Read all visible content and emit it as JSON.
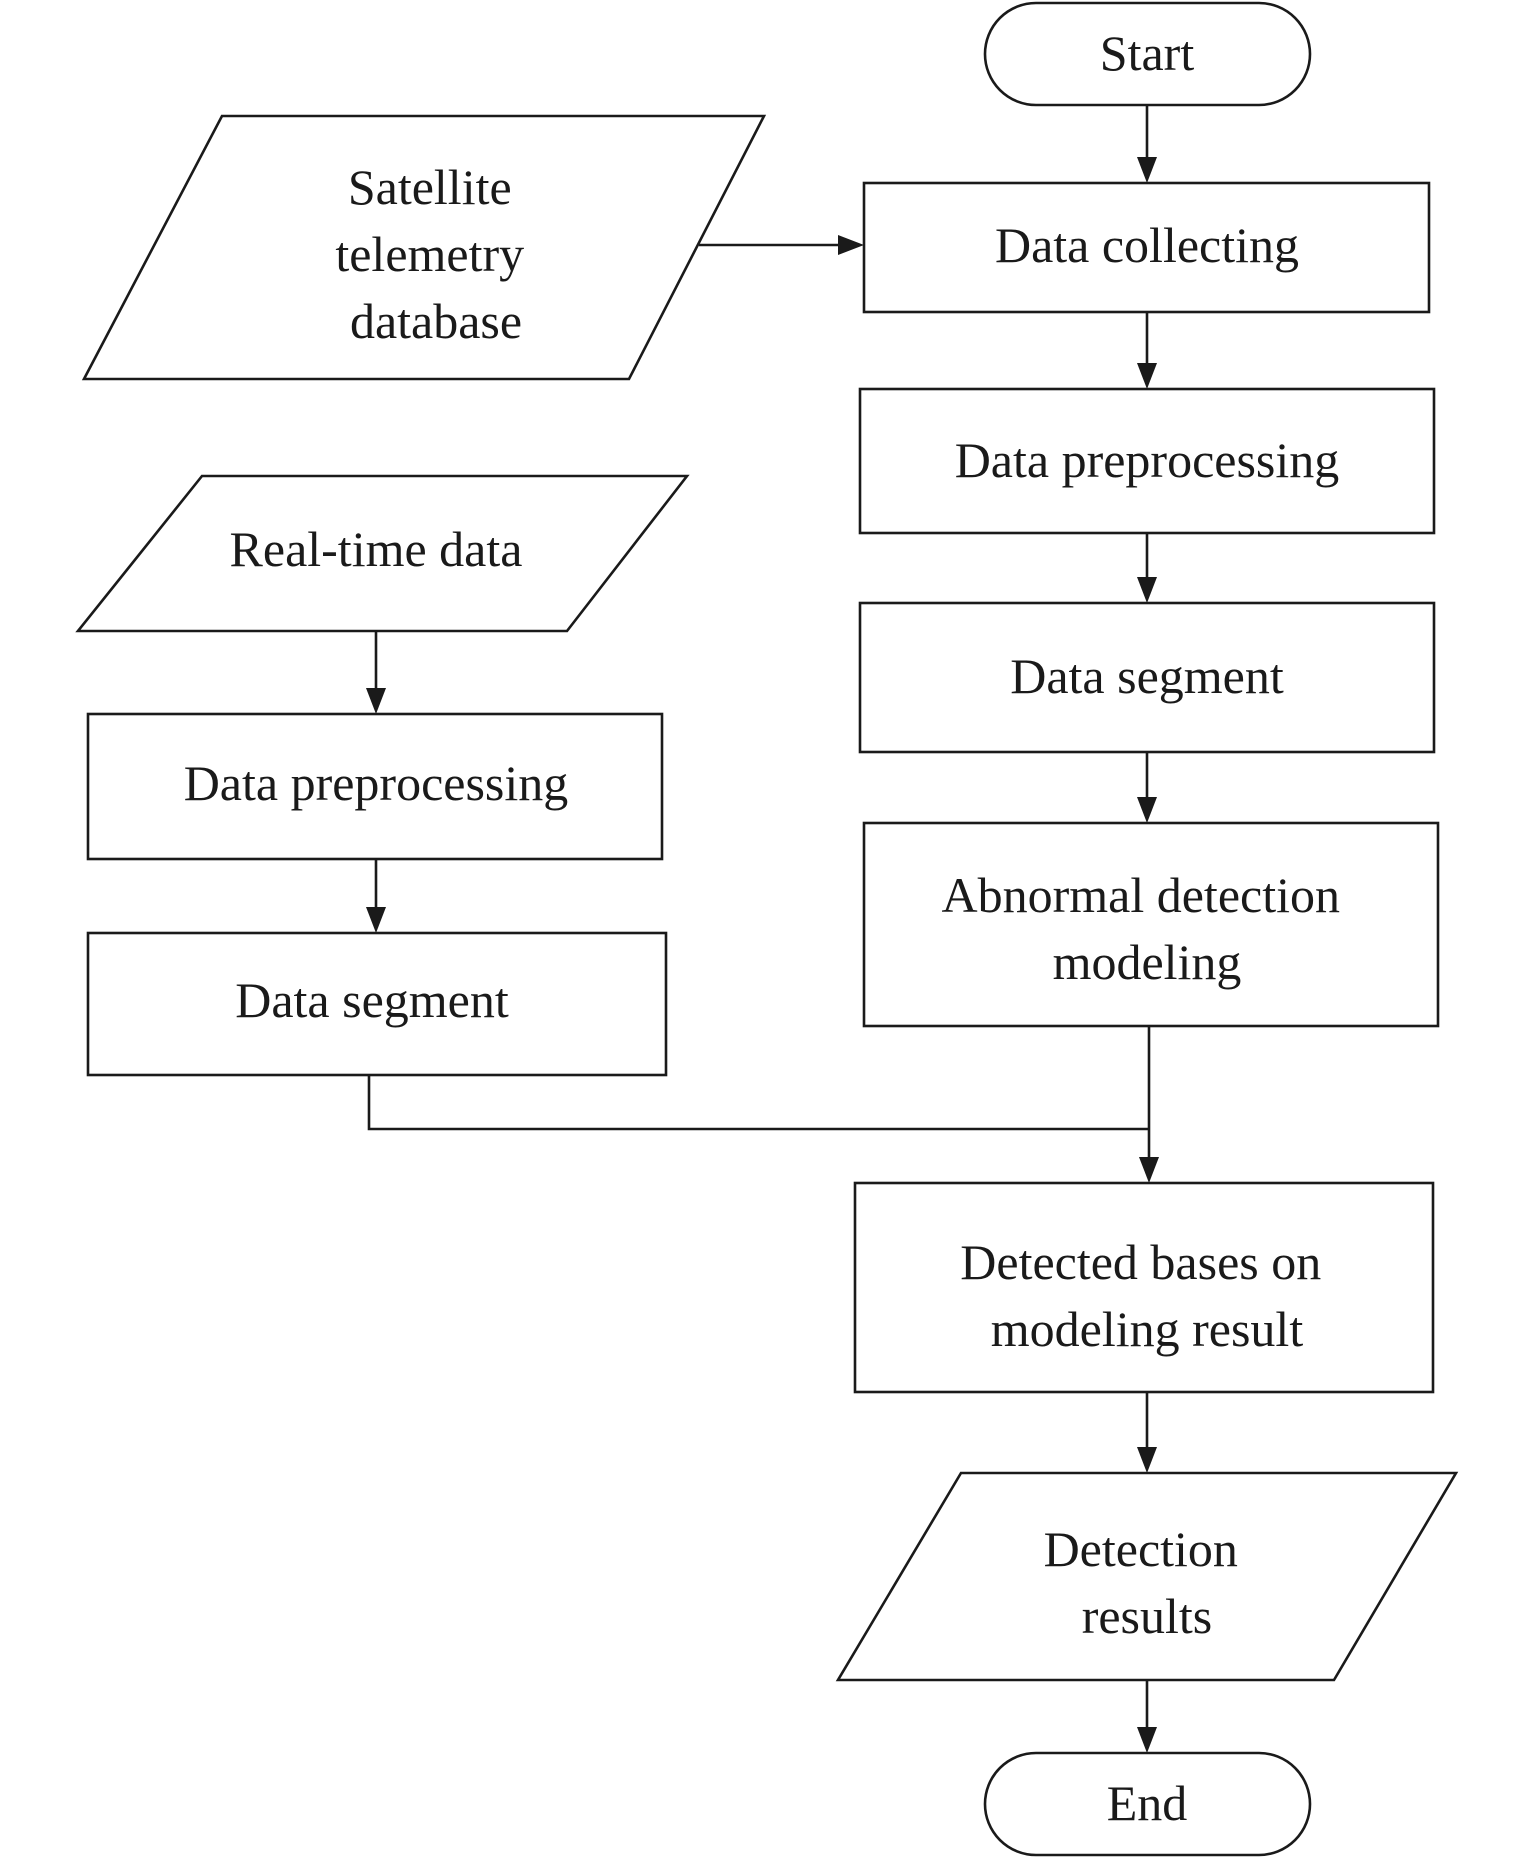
{
  "nodes": {
    "start": "Start",
    "db": [
      "Satellite",
      "telemetry",
      "database"
    ],
    "collect": "Data collecting",
    "pre_r": "Data preprocessing",
    "seg_r": "Data segment",
    "model": [
      "Abnormal detection",
      "modeling"
    ],
    "realtime": "Real-time data",
    "pre_l": "Data preprocessing",
    "seg_l": "Data segment",
    "detect": [
      "Detected bases on",
      "modeling result"
    ],
    "results": [
      "Detection",
      "results"
    ],
    "end": "End"
  }
}
